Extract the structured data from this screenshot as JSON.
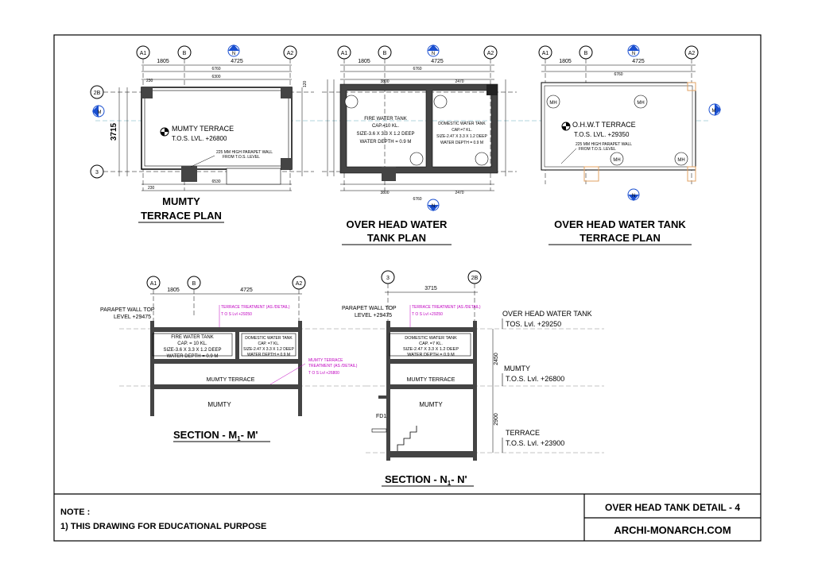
{
  "grid": {
    "a1": "A1",
    "b": "B",
    "a2": "A2",
    "c2": "2B",
    "c3": "3",
    "m": "M",
    "n": "N"
  },
  "mumty_plan": {
    "title_1": "MUMTY",
    "title_2": "TERRACE PLAN",
    "dim_1805": "1805",
    "dim_4725": "4725",
    "dim_6760": "6760",
    "dim_230a": "230",
    "dim_6300": "6300",
    "dim_3715": "3715",
    "dim_120": "120",
    "dim_6530": "6530",
    "dim_230b": "230",
    "label": "MUMTY TERRACE",
    "level": "T.O.S. LVL. +26800",
    "parapet_1": "225 MM HIGH PARAPET WALL",
    "parapet_2": "FROM T.O.S. LEVEL"
  },
  "ohwt_plan": {
    "title_1": "OVER HEAD WATER",
    "title_2": "TANK  PLAN",
    "dim_1805": "1805",
    "dim_4725": "4725",
    "dim_6760": "6760",
    "dim_3800": "3800",
    "dim_2470": "2470",
    "dim_3800b": "3800",
    "dim_2470b": "2470",
    "dim_6760b": "6760",
    "fire_1": "FIRE WATER TANK",
    "fire_2": "CAP.=10 KL.",
    "fire_3": "SIZE-3.6 X 3.3 X 1.2 DEEP",
    "fire_4": "WATER DEPTH = 0.9 M",
    "dom_1": "DOMESTIC WATER TANK",
    "dom_2": "CAP.=7 KL.",
    "dom_3": "SIZE-2.47 X 3.3 X 1.2 DEEP",
    "dom_4": "WATER DEPTH = 0.9 M"
  },
  "ohwt_terrace": {
    "title_1": "OVER HEAD WATER TANK",
    "title_2": "TERRACE PLAN",
    "dim_1805": "1805",
    "dim_4725": "4725",
    "dim_6760": "6760",
    "mh": "MH",
    "label": "O.H.W.T TERRACE",
    "level": "T.O.S. LVL.   +29350",
    "parapet_1": "225 MM HIGH PARAPET WALL",
    "parapet_2": "FROM T.O.S. LEVEL"
  },
  "section_m": {
    "title": "SECTION - M",
    "title_tail": "- M'",
    "sub": "1",
    "dim_1805": "1805",
    "dim_4725": "4725",
    "parapet_1": "PARAPET WALL TOP",
    "parapet_2": "LEVEL +29475",
    "treat": "TERRACE TREATMENT (AS /DETAIL)",
    "tos": "T O S Lvl +29250",
    "mumty_treat_1": "MUMTY TERRACE",
    "mumty_treat_2": "TREATMENT (AS /DETAIL)",
    "mumty_tos": "T O S Lvl +26800",
    "fire_1": "FIRE WATER TANK",
    "fire_2": "CAP. = 10 KL.",
    "fire_3": "SIZE-3.6 X 3.3 X 1.2 DEEP",
    "fire_4": "WATER DEPTH = 0.9 M",
    "dom_1": "DOMESTIC WATER TANK",
    "dom_2": "CAP. =7 KL.",
    "dom_3": "SIZE-2.47 X 3.3 X 1.2 DEEP",
    "dom_4": "WATER DEPTH = 0.9 M",
    "mumty_terrace": "MUMTY TERRACE",
    "mumty": "MUMTY"
  },
  "section_n": {
    "title": "SECTION - N",
    "title_tail": "- N'",
    "sub": "1",
    "dim_3715": "3715",
    "parapet_1": "PARAPET WALL TOP",
    "parapet_2": "LEVEL +29475",
    "treat": "TERRACE TREATMENT (AS /DETAIL)",
    "tos": "T O S Lvl +29250",
    "dom_1": "DOMESTIC WATER TANK",
    "dom_2": "CAP. =7 KL.",
    "dom_3": "SIZE-2.47 X 3.3 X 1.2 DEEP",
    "dom_4": "WATER DEPTH = 0.9 M",
    "mumty_terrace": "MUMTY TERRACE",
    "mumty": "MUMTY",
    "fd1": "FD1",
    "dim_2450": "2450",
    "dim_2900": "2900",
    "lvl_ohwt_1": "OVER HEAD WATER TANK",
    "lvl_ohwt_2": "TOS. Lvl. +29250",
    "lvl_mumty_1": "MUMTY",
    "lvl_mumty_2": "T.O.S. Lvl. +26800",
    "lvl_terrace_1": "TERRACE",
    "lvl_terrace_2": "T.O.S. Lvl. +23900"
  },
  "titleblock": {
    "note_head": "NOTE :",
    "note_1": "1) THIS DRAWING FOR EDUCATIONAL PURPOSE",
    "sheet_title": "OVER HEAD TANK DETAIL - 4",
    "site": "ARCHI-MONARCH.COM"
  },
  "colors": {
    "line": "#000000",
    "annotation": "#c000c0",
    "section_mark": "#1a4fd0",
    "door": "#e0a060"
  }
}
